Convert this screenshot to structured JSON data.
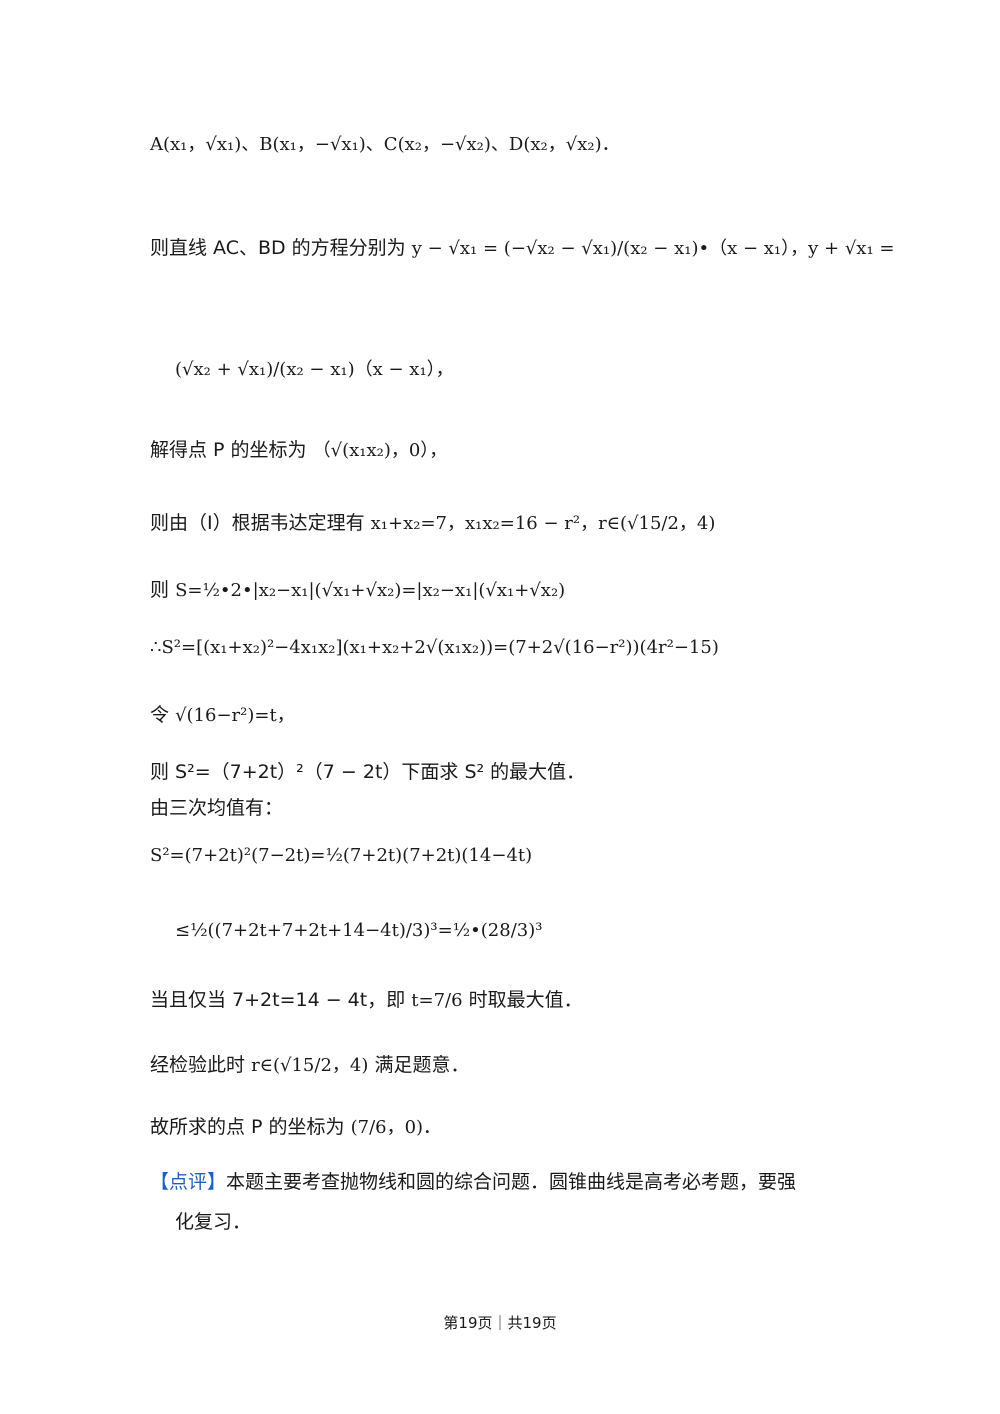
{
  "lines": {
    "l1": "A(x₁，√x₁)、B(x₁，−√x₁)、C(x₂，−√x₂)、D(x₂，√x₂)．",
    "l2_text": "则直线 AC、BD 的方程分别为",
    "l2_math": "y − √x₁ = (−√x₂ − √x₁)/(x₂ − x₁)•（x − x₁），y + √x₁ =",
    "l3": "(√x₂ + √x₁)/(x₂ − x₁)（x − x₁），",
    "l4_text": "解得点 P 的坐标为",
    "l4_math": "（√(x₁x₂)，0），",
    "l5_text": "则由（I）根据韦达定理有",
    "l5_math": "x₁+x₂=7，x₁x₂=16 − r²，r∈(√15/2，4)",
    "l6_text": "则",
    "l6_math": "S=½•2•|x₂−x₁|(√x₁+√x₂)=|x₂−x₁|(√x₁+√x₂)",
    "l7": "∴S²=[(x₁+x₂)²−4x₁x₂](x₁+x₂+2√(x₁x₂))=(7+2√(16−r²))(4r²−15)",
    "l8_text": "令",
    "l8_math": "√(16−r²)=t，",
    "l9_text": "则 S²=（7+2t）²（7 − 2t）下面求 S² 的最大值．",
    "l10_text": "由三次均值有：",
    "l11": "S²=(7+2t)²(7−2t)=½(7+2t)(7+2t)(14−4t)",
    "l12": "≤½((7+2t+7+2t+14−4t)/3)³=½•(28/3)³",
    "l13_text": "当且仅当 7+2t=14 − 4t，即",
    "l13_math": "t=7/6",
    "l13_tail": "时取最大值．",
    "l14_text": "经检验此时",
    "l14_math": "r∈(√15/2，4)",
    "l14_tail": "满足题意．",
    "l15_text": "故所求的点 P 的坐标为",
    "l15_math": "(7/6，0)．",
    "comment_tag": "【点评】",
    "comment_1": "本题主要考查抛物线和圆的综合问题．圆锥曲线是高考必考题，要强",
    "comment_2": "化复习．"
  },
  "footer": "第19页｜共19页",
  "colors": {
    "text": "#1a1a1a",
    "comment_tag": "#1f5fbf",
    "background": "#ffffff"
  }
}
